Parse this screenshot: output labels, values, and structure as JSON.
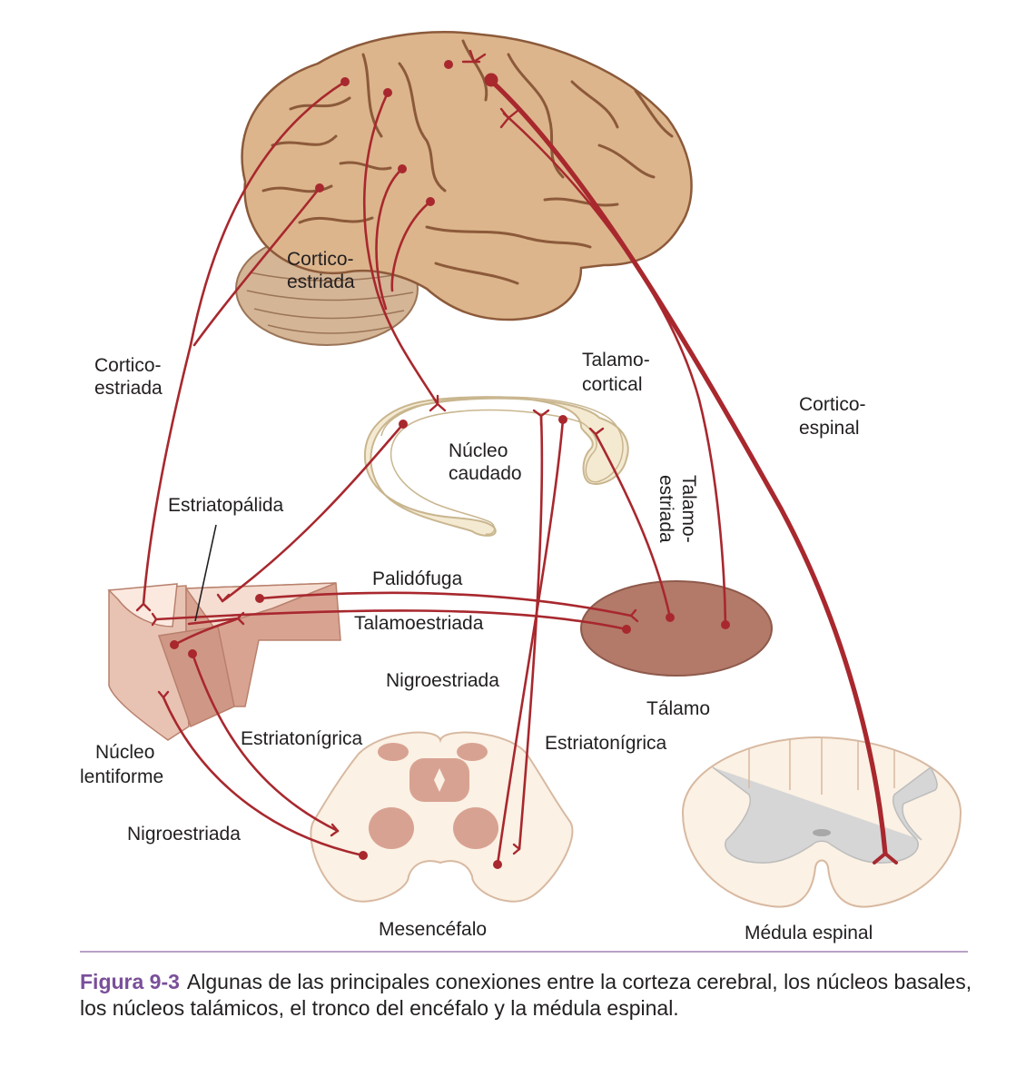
{
  "colors": {
    "tract": "#a8282e",
    "brain": "#d9b38c",
    "brain_sulcus": "#8c5a3a",
    "cerebellum": "#cfae8c",
    "caudate": "#f4ead2",
    "lentiform": "#e3b9a8",
    "thalamus": "#b37a6a",
    "midbrain": "#fbf1e4",
    "midbrain_nuclei": "#d8a292",
    "spinal_gray": "#d6d6d6",
    "caption_figure": "#7a4f9a"
  },
  "labels": {
    "cortico_estriada_upper": [
      "Cortico-",
      "estriada"
    ],
    "cortico_estriada_left": [
      "Cortico-",
      "estriada"
    ],
    "talamo_cortical": [
      "Talamo-",
      "cortical"
    ],
    "cortico_espinal": [
      "Cortico-",
      "espinal"
    ],
    "nucleo_caudado": [
      "Núcleo",
      "caudado"
    ],
    "talamo_estriada": [
      "Talamo-",
      "estriada"
    ],
    "estriatopalida": "Estriatopálida",
    "palidofuga": "Palidófuga",
    "talamoestriada": "Talamoestriada",
    "nigroestriada_center": "Nigroestriada",
    "talamo": "Tálamo",
    "nucleo_lentiforme": [
      "Núcleo",
      "lentiforme"
    ],
    "estriatonigrica_left": "Estriatonígrica",
    "estriatonigrica_right": "Estriatonígrica",
    "nigroestriada_left": "Nigroestriada",
    "mesencefalo": "Mesencéfalo",
    "medula_espinal": "Médula espinal"
  },
  "caption": {
    "figure_number": "Figura 9-3",
    "text": "Algunas de las principales conexiones entre la corteza cerebral, los núcleos basales, los núcleos talámicos, el tronco del encéfalo y la médula espinal."
  }
}
